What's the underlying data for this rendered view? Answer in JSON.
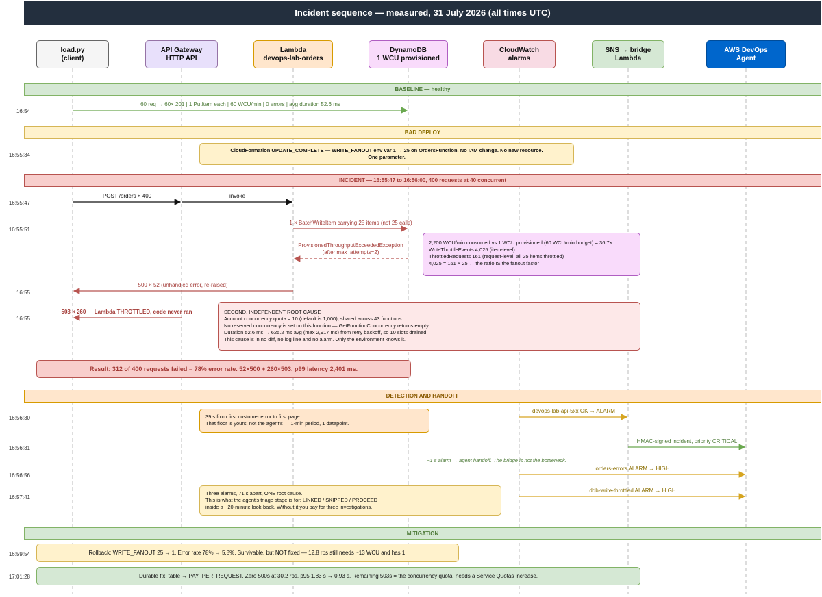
{
  "title": "Incident sequence — measured, 31 July 2026 (all times UTC)",
  "actors": [
    {
      "line1": "load.py",
      "line2": "(client)",
      "fill": "#f5f5f5",
      "stroke": "#666666",
      "text": "#111111"
    },
    {
      "line1": "API Gateway",
      "line2": "HTTP API",
      "fill": "#e8e0fb",
      "stroke": "#9673a6",
      "text": "#111111"
    },
    {
      "line1": "Lambda",
      "line2": "devops-lab-orders",
      "fill": "#ffe6cc",
      "stroke": "#d79b00",
      "text": "#111111"
    },
    {
      "line1": "DynamoDB",
      "line2": "1 WCU provisioned",
      "fill": "#f9dbfb",
      "stroke": "#b05ec2",
      "text": "#111111"
    },
    {
      "line1": "CloudWatch",
      "line2": "alarms",
      "fill": "#f8dbe4",
      "stroke": "#b85450",
      "text": "#111111"
    },
    {
      "line1": "SNS → bridge",
      "line2": "Lambda",
      "fill": "#d5e8d4",
      "stroke": "#82b366",
      "text": "#111111"
    },
    {
      "line1": "AWS DevOps",
      "line2": "Agent",
      "fill": "#0066cc",
      "stroke": "#004c99",
      "text": "#ffffff"
    }
  ],
  "bands": {
    "baseline": "BASELINE — healthy",
    "bad_deploy": "BAD DEPLOY",
    "incident": "INCIDENT — 16:55:47 to 16:56:00, 400 requests at 40 concurrent",
    "detection": "DETECTION AND HANDOFF",
    "mitigation": "MITIGATION"
  },
  "times": {
    "t1": "16:54",
    "t2": "16:55:34",
    "t3": "16:55:47",
    "t4": "16:55:51",
    "t5": "16:55",
    "t6": "16:55",
    "t7": "16:56:30",
    "t8": "16:56:31",
    "t9": "16:56:56",
    "t10": "16:57:41",
    "t11": "16:59:54",
    "t12": "17:01:28"
  },
  "messages": {
    "baseline": "60 req → 60× 201 | 1 PutItem each | 60 WCU/min | 0 errors | avg duration 52.6 ms",
    "post": "POST /orders × 400",
    "invoke": "invoke",
    "batch": "1 × BatchWriteItem carrying 25 items (not 25 calls)",
    "exception_1": "ProvisionedThroughputExceededException",
    "exception_2": "(after max_attempts=2)",
    "e500": "500 × 52 (unhandled error, re-raised)",
    "e503": "503 × 260 — Lambda THROTTLED, code never ran",
    "alarm_5xx": "devops-lab-api-5xx OK → ALARM",
    "hmac": "HMAC-signed incident, priority CRITICAL",
    "handoff": "~1 s alarm → agent handoff. The bridge is not the bottleneck.",
    "orders_errors": "orders-errors ALARM → HIGH",
    "ddb_throttle": "ddb-write-throttled ALARM → HIGH"
  },
  "notes": {
    "deploy_1": "CloudFormation UPDATE_COMPLETE — WRITE_FANOUT env var 1 → 25 on OrdersFunction. No IAM change. No new resource.",
    "deploy_2": "One parameter.",
    "wcu": [
      "2,200 WCU/min consumed vs 1 WCU provisioned (60 WCU/min budget) = 36.7×",
      "WriteThrottleEvents 4,025 (item-level)",
      "ThrottledRequests 161 (request-level, all 25 items throttled)",
      "4,025 = 161 × 25 ← the ratio IS the fanout factor"
    ],
    "root_cause": [
      "SECOND, INDEPENDENT ROOT CAUSE",
      "Account concurrency quota = 10 (default is 1,000), shared across 43 functions.",
      "No reserved concurrency is set on this function — GetFunctionConcurrency returns empty.",
      "Duration 52.6 ms → 625.2 ms avg (max 2,917 ms) from retry backoff, so 10 slots drained.",
      "This cause is in no diff, no log line and no alarm. Only the environment knows it."
    ],
    "result": "Result: 312 of 400 requests failed = 78% error rate. 52×500 + 260×503. p99 latency 2,401 ms.",
    "first_page": [
      "39 s from first customer error to first page.",
      "That floor is yours, not the agent's — 1-min period, 1 datapoint."
    ],
    "three_alarms": [
      "Three alarms, 71 s apart, ONE root cause.",
      "This is what the agent's triage stage is for: LINKED / SKIPPED / PROCEED",
      "inside a ~20-minute look-back. Without it you pay for three investigations."
    ],
    "rollback": "Rollback: WRITE_FANOUT 25 → 1. Error rate 78% → 5.8%. Survivable, but NOT fixed — 12.8 rps still needs ~13 WCU and has 1.",
    "durable": "Durable fix: table → PAY_PER_REQUEST. Zero 500s at 30.2 rps. p95 1.83 s → 0.93 s. Remaining 503s = the concurrency quota, needs a Service Quotas increase."
  },
  "colors": {
    "green_fill": "#d5e8d4",
    "green_stroke": "#82b366",
    "green_text": "#4d7a38",
    "yellow_fill": "#fff2cc",
    "yellow_stroke": "#d6b656",
    "yellow_text": "#8a6d00",
    "red_fill": "#f8cecc",
    "red_stroke": "#b85450",
    "red_text": "#a33b37",
    "orange_fill": "#ffe6cc",
    "orange_stroke": "#d79b00",
    "orange_text": "#8a5a00",
    "purple_fill": "#f9dbfb",
    "purple_stroke": "#b05ec2",
    "pink_fill": "#fde8e8",
    "arrow_green": "#6aa84f",
    "arrow_red": "#b85450",
    "arrow_gold": "#d6a520",
    "arrow_black": "#111111"
  }
}
